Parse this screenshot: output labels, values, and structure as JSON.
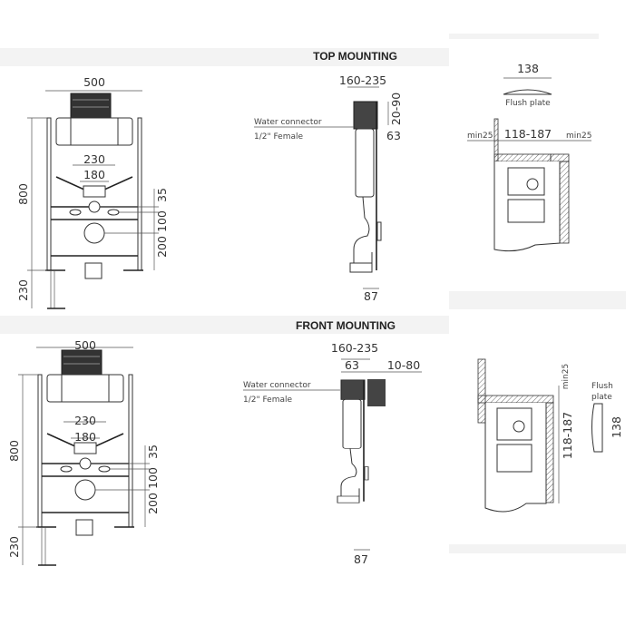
{
  "top_section": {
    "title": "TOP MOUNTING",
    "front_view": {
      "width": "500",
      "height": "800",
      "legs": "230",
      "outer_spacing": "230",
      "inner_spacing": "180",
      "dim_a": "35",
      "dim_b": "100",
      "dim_c": "200"
    },
    "side_view": {
      "depth": "160-235",
      "plate_offset": "20-90",
      "connector_offset": "63",
      "outlet": "87",
      "connector_label_1": "Water connector",
      "connector_label_2": "1/2\" Female"
    },
    "detail": {
      "plate_width": "138",
      "plate_label": "Flush plate",
      "min_left": "min25",
      "range": "118-187",
      "min_right": "min25"
    }
  },
  "bottom_section": {
    "title": "FRONT MOUNTING",
    "front_view": {
      "width": "500",
      "height": "800",
      "legs": "230",
      "outer_spacing": "230",
      "inner_spacing": "180",
      "dim_a": "35",
      "dim_b": "100",
      "dim_c": "200"
    },
    "side_view": {
      "depth": "160-235",
      "connector_offset": "63",
      "plate_offset": "10-80",
      "outlet": "87",
      "connector_label_1": "Water connector",
      "connector_label_2": "1/2\" Female"
    },
    "detail": {
      "min": "min25",
      "range": "118-187",
      "plate_label_1": "Flush",
      "plate_label_2": "plate",
      "plate_width": "138"
    }
  }
}
